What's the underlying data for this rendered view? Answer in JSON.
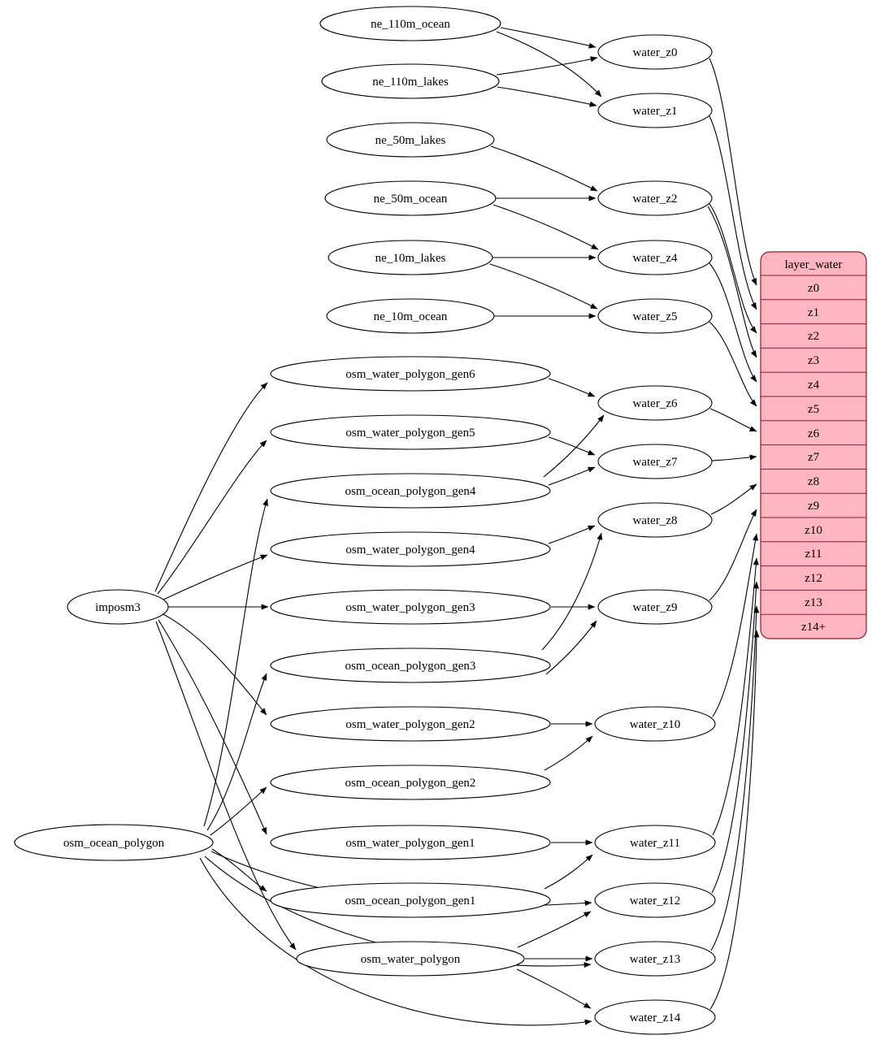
{
  "diagram_type": "etl-graph",
  "nodes": {
    "imposm3": {
      "label": "imposm3"
    },
    "osm_ocean_polygon": {
      "label": "osm_ocean_polygon"
    },
    "ne_110m_ocean": {
      "label": "ne_110m_ocean"
    },
    "ne_110m_lakes": {
      "label": "ne_110m_lakes"
    },
    "ne_50m_lakes": {
      "label": "ne_50m_lakes"
    },
    "ne_50m_ocean": {
      "label": "ne_50m_ocean"
    },
    "ne_10m_lakes": {
      "label": "ne_10m_lakes"
    },
    "ne_10m_ocean": {
      "label": "ne_10m_ocean"
    },
    "osm_water_polygon_gen6": {
      "label": "osm_water_polygon_gen6"
    },
    "osm_water_polygon_gen5": {
      "label": "osm_water_polygon_gen5"
    },
    "osm_ocean_polygon_gen4": {
      "label": "osm_ocean_polygon_gen4"
    },
    "osm_water_polygon_gen4": {
      "label": "osm_water_polygon_gen4"
    },
    "osm_water_polygon_gen3": {
      "label": "osm_water_polygon_gen3"
    },
    "osm_ocean_polygon_gen3": {
      "label": "osm_ocean_polygon_gen3"
    },
    "osm_water_polygon_gen2": {
      "label": "osm_water_polygon_gen2"
    },
    "osm_ocean_polygon_gen2": {
      "label": "osm_ocean_polygon_gen2"
    },
    "osm_water_polygon_gen1": {
      "label": "osm_water_polygon_gen1"
    },
    "osm_ocean_polygon_gen1": {
      "label": "osm_ocean_polygon_gen1"
    },
    "osm_water_polygon": {
      "label": "osm_water_polygon"
    },
    "water_z0": {
      "label": "water_z0"
    },
    "water_z1": {
      "label": "water_z1"
    },
    "water_z2": {
      "label": "water_z2"
    },
    "water_z4": {
      "label": "water_z4"
    },
    "water_z5": {
      "label": "water_z5"
    },
    "water_z6": {
      "label": "water_z6"
    },
    "water_z7": {
      "label": "water_z7"
    },
    "water_z8": {
      "label": "water_z8"
    },
    "water_z9": {
      "label": "water_z9"
    },
    "water_z10": {
      "label": "water_z10"
    },
    "water_z11": {
      "label": "water_z11"
    },
    "water_z12": {
      "label": "water_z12"
    },
    "water_z13": {
      "label": "water_z13"
    },
    "water_z14": {
      "label": "water_z14"
    }
  },
  "table": {
    "title": "layer_water",
    "rows": [
      "z0",
      "z1",
      "z2",
      "z3",
      "z4",
      "z5",
      "z6",
      "z7",
      "z8",
      "z9",
      "z10",
      "z11",
      "z12",
      "z13",
      "z14+"
    ]
  },
  "edges": [
    [
      "ne_110m_ocean",
      "water_z0"
    ],
    [
      "ne_110m_ocean",
      "water_z1"
    ],
    [
      "ne_110m_lakes",
      "water_z0"
    ],
    [
      "ne_110m_lakes",
      "water_z1"
    ],
    [
      "ne_50m_lakes",
      "water_z2"
    ],
    [
      "ne_50m_ocean",
      "water_z2"
    ],
    [
      "ne_50m_ocean",
      "water_z4"
    ],
    [
      "ne_10m_lakes",
      "water_z4"
    ],
    [
      "ne_10m_lakes",
      "water_z5"
    ],
    [
      "ne_10m_ocean",
      "water_z5"
    ],
    [
      "imposm3",
      "osm_water_polygon_gen6"
    ],
    [
      "imposm3",
      "osm_water_polygon_gen5"
    ],
    [
      "imposm3",
      "osm_water_polygon_gen4"
    ],
    [
      "imposm3",
      "osm_water_polygon_gen3"
    ],
    [
      "imposm3",
      "osm_water_polygon_gen2"
    ],
    [
      "imposm3",
      "osm_water_polygon_gen1"
    ],
    [
      "imposm3",
      "osm_water_polygon"
    ],
    [
      "osm_ocean_polygon",
      "osm_ocean_polygon_gen4"
    ],
    [
      "osm_ocean_polygon",
      "osm_ocean_polygon_gen3"
    ],
    [
      "osm_ocean_polygon",
      "osm_ocean_polygon_gen2"
    ],
    [
      "osm_ocean_polygon",
      "osm_ocean_polygon_gen1"
    ],
    [
      "osm_ocean_polygon",
      "water_z12"
    ],
    [
      "osm_ocean_polygon",
      "water_z13"
    ],
    [
      "osm_ocean_polygon",
      "water_z14"
    ],
    [
      "osm_water_polygon_gen6",
      "water_z6"
    ],
    [
      "osm_ocean_polygon_gen4",
      "water_z6"
    ],
    [
      "osm_ocean_polygon_gen4",
      "water_z7"
    ],
    [
      "osm_water_polygon_gen5",
      "water_z7"
    ],
    [
      "osm_water_polygon_gen4",
      "water_z8"
    ],
    [
      "osm_ocean_polygon_gen3",
      "water_z8"
    ],
    [
      "osm_water_polygon_gen3",
      "water_z9"
    ],
    [
      "osm_ocean_polygon_gen3",
      "water_z9"
    ],
    [
      "osm_water_polygon_gen2",
      "water_z10"
    ],
    [
      "osm_ocean_polygon_gen2",
      "water_z10"
    ],
    [
      "osm_water_polygon_gen1",
      "water_z11"
    ],
    [
      "osm_ocean_polygon_gen1",
      "water_z11"
    ],
    [
      "osm_water_polygon",
      "water_z12"
    ],
    [
      "osm_water_polygon",
      "water_z13"
    ],
    [
      "osm_water_polygon",
      "water_z14"
    ],
    [
      "water_z0",
      "z0"
    ],
    [
      "water_z1",
      "z1"
    ],
    [
      "water_z2",
      "z2"
    ],
    [
      "water_z2",
      "z3"
    ],
    [
      "water_z4",
      "z4"
    ],
    [
      "water_z5",
      "z5"
    ],
    [
      "water_z6",
      "z6"
    ],
    [
      "water_z7",
      "z7"
    ],
    [
      "water_z8",
      "z8"
    ],
    [
      "water_z9",
      "z9"
    ],
    [
      "water_z10",
      "z10"
    ],
    [
      "water_z11",
      "z11"
    ],
    [
      "water_z12",
      "z12"
    ],
    [
      "water_z13",
      "z13"
    ],
    [
      "water_z14",
      "z14+"
    ]
  ],
  "colors": {
    "table_fill": "#ffb6c1",
    "table_border": "#8b1a2b",
    "node_fill": "#ffffff",
    "node_border": "#000000",
    "edge": "#000000"
  }
}
